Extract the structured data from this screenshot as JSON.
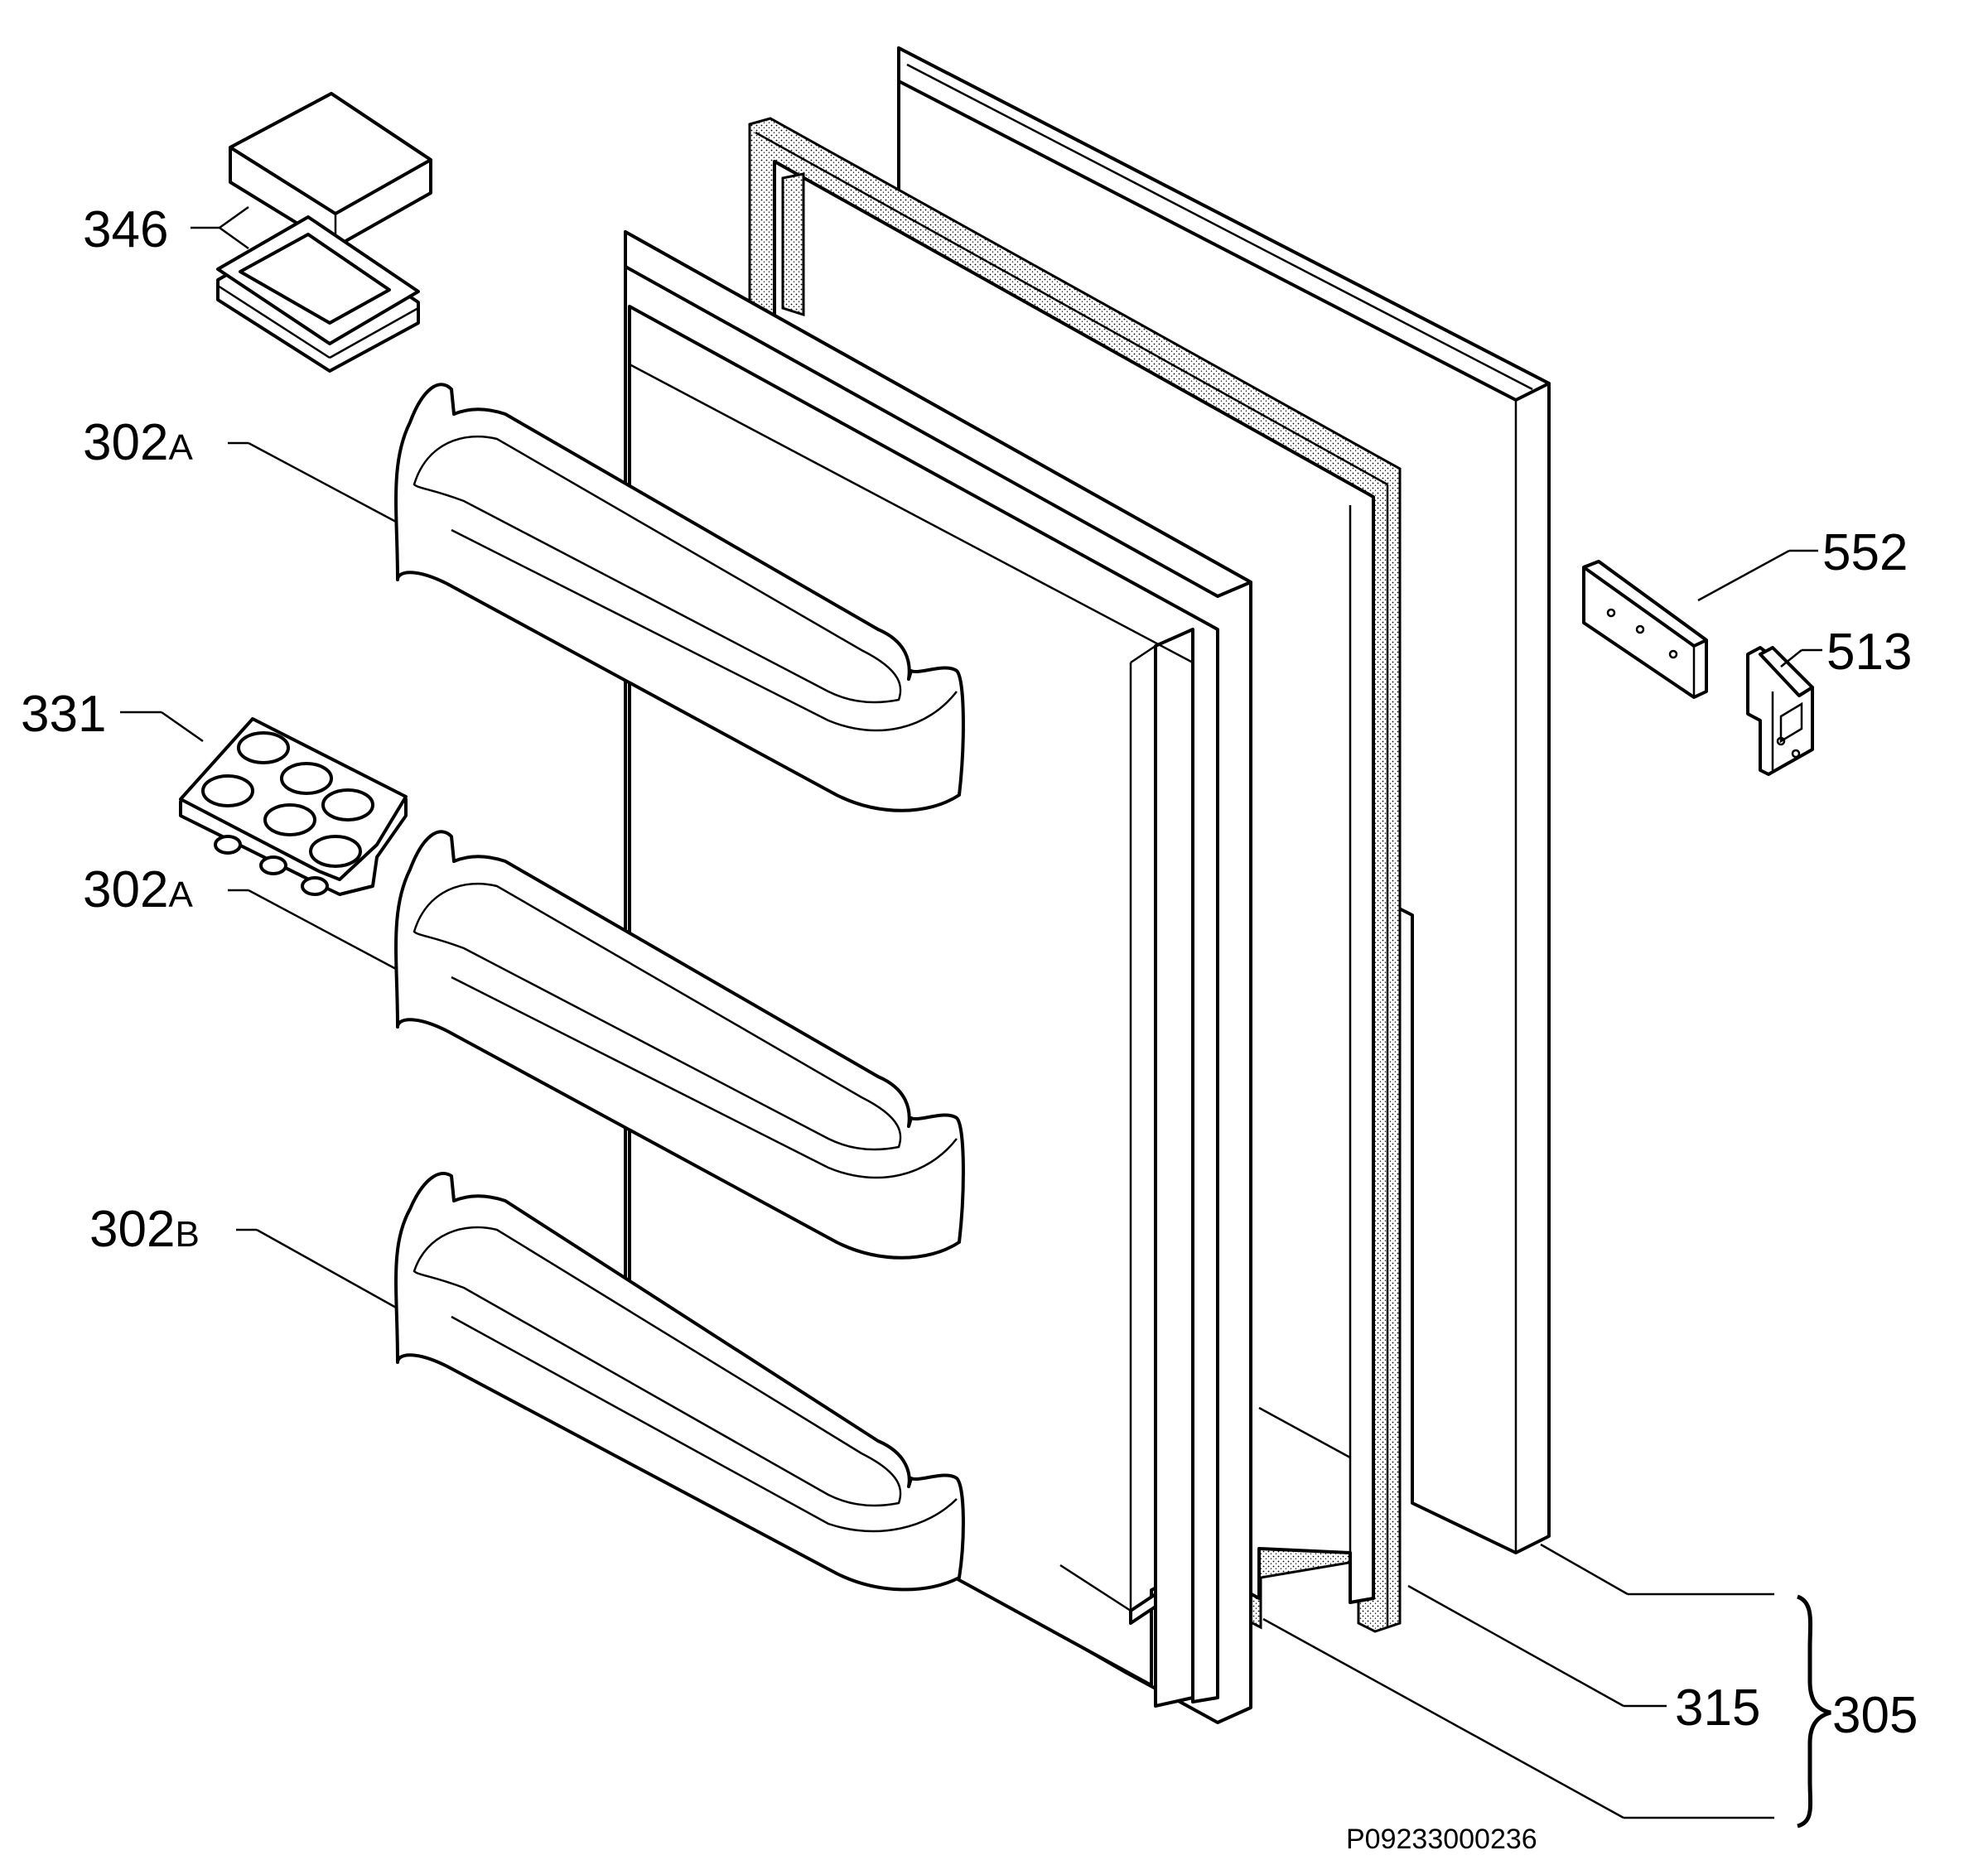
{
  "callouts": {
    "c346": "346",
    "c302a_top_num": "302",
    "c302a_top_suffix": "A",
    "c331": "331",
    "c302a_mid_num": "302",
    "c302a_mid_suffix": "A",
    "c302b_num": "302",
    "c302b_suffix": "B",
    "c552": "552",
    "c513": "513",
    "c315": "315",
    "c305": "305"
  },
  "diagram_code": "P09233000236"
}
